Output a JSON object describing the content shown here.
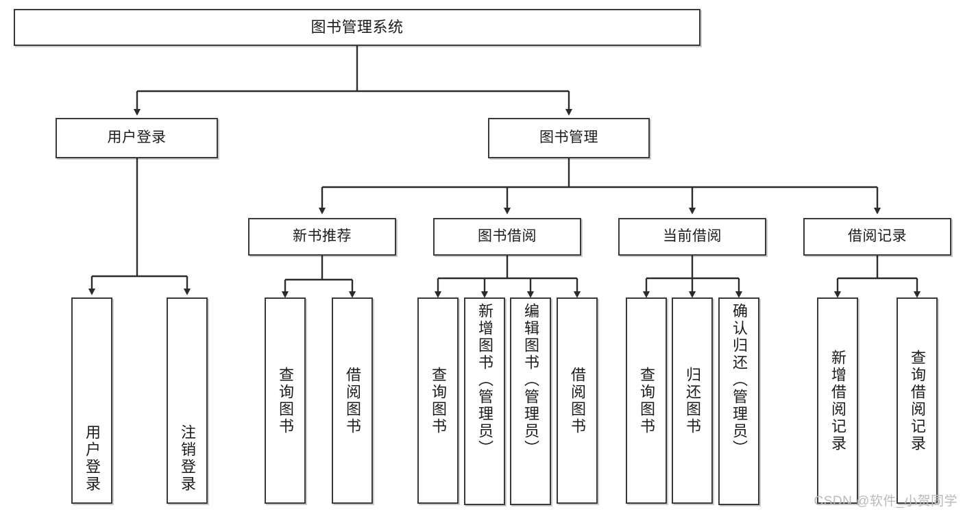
{
  "diagram": {
    "title": "图书管理系统",
    "type": "tree",
    "orientation": "top-down",
    "colors": {
      "background": "#ffffff",
      "box_border": "#3a3a3a",
      "box_fill": "#ffffff",
      "connector": "#2b2b2b",
      "text": "#1b1b1b",
      "watermark": "#b9b9b9"
    },
    "root": {
      "label": "图书管理系统"
    },
    "level2": [
      {
        "label": "用户登录"
      },
      {
        "label": "图书管理"
      }
    ],
    "level3": [
      {
        "label": "新书推荐"
      },
      {
        "label": "图书借阅"
      },
      {
        "label": "当前借阅"
      },
      {
        "label": "借阅记录"
      }
    ],
    "leaves": {
      "user_login": [
        {
          "label": "用户登录"
        },
        {
          "label": "注销登录"
        }
      ],
      "new_book_recommend": [
        {
          "label": "查询图书"
        },
        {
          "label": "借阅图书"
        }
      ],
      "book_borrow": [
        {
          "label": "查询图书"
        },
        {
          "label": "新增图书（管理员）"
        },
        {
          "label": "编辑图书（管理员）"
        },
        {
          "label": "借阅图书"
        }
      ],
      "current_borrow": [
        {
          "label": "查询图书"
        },
        {
          "label": "归还图书"
        },
        {
          "label": "确认归还（管理员）"
        }
      ],
      "borrow_record": [
        {
          "label": "新增借阅记录"
        },
        {
          "label": "查询借阅记录"
        }
      ]
    },
    "watermark": "CSDN @软件_小贺同学"
  }
}
